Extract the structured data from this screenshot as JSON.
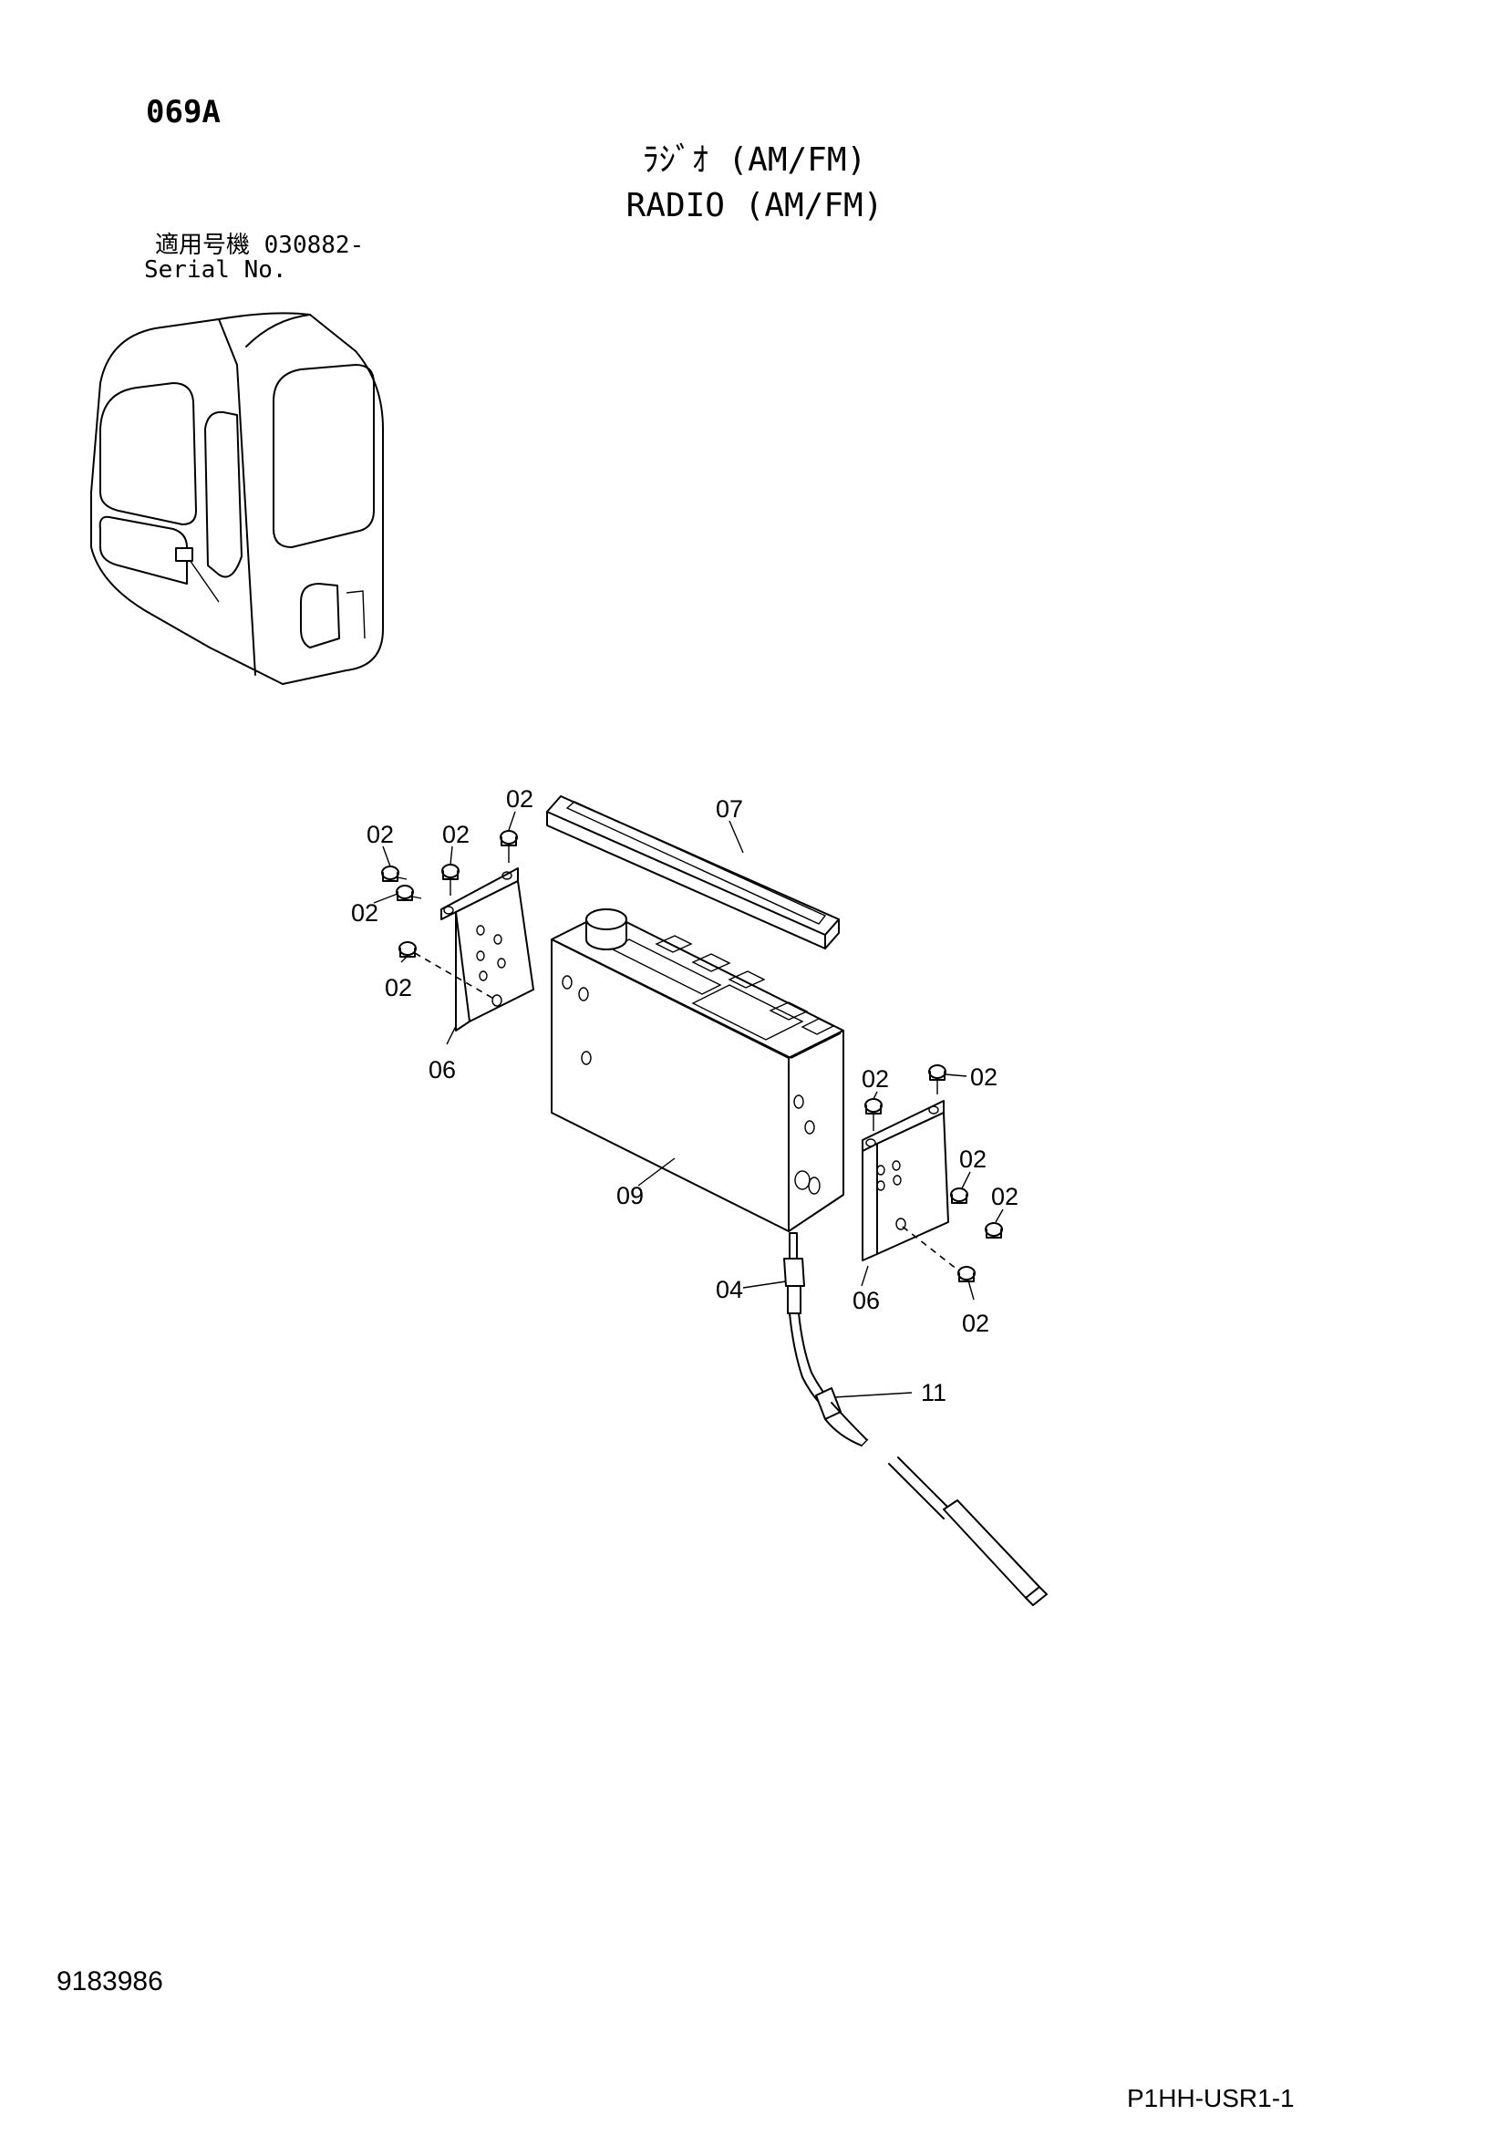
{
  "header": {
    "page_code": "069A",
    "title_jp": "ﾗｼﾞｵ (AM/FM)",
    "title_en": "RADIO (AM/FM)",
    "serial_label_jp": "適用号機  030882-",
    "serial_label_en": "Serial No."
  },
  "callouts": {
    "c02_a": "02",
    "c02_b": "02",
    "c02_c": "02",
    "c02_d": "02",
    "c02_e": "02",
    "c02_f": "02",
    "c02_g": "02",
    "c02_h": "02",
    "c02_i": "02",
    "c02_j": "02",
    "c04": "04",
    "c06_left": "06",
    "c06_right": "06",
    "c07": "07",
    "c09": "09",
    "c11": "11"
  },
  "footer": {
    "drawing_number": "9183986",
    "sheet_reference": "P1HH-USR1-1"
  }
}
